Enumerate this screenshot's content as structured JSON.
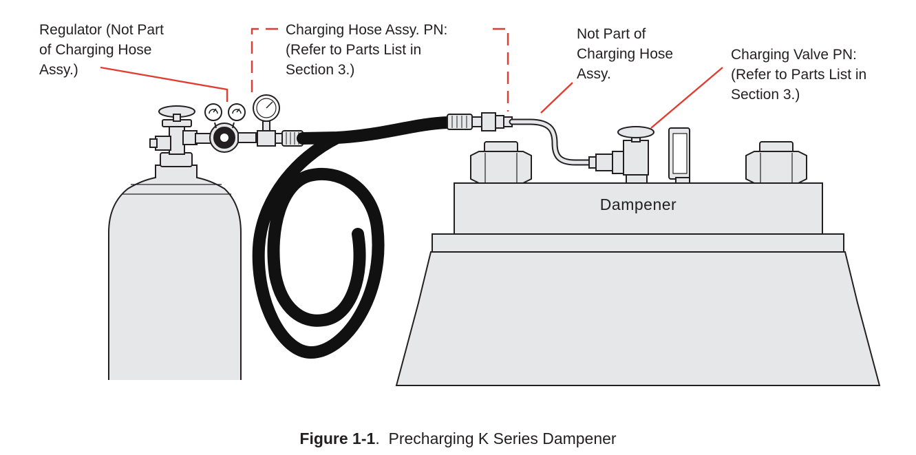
{
  "callouts": {
    "regulator": [
      "Regulator (Not Part",
      "of Charging Hose",
      "Assy.)"
    ],
    "charging_hose": [
      "Charging Hose Assy. PN:",
      "(Refer to Parts List in",
      "Section 3.)"
    ],
    "not_part": [
      "Not Part of",
      "Charging Hose",
      "Assy."
    ],
    "charging_valve": [
      "Charging Valve PN:",
      "(Refer to Parts List in",
      "Section 3.)"
    ]
  },
  "dampener_label": "Dampener",
  "caption": {
    "number": "Figure 1-1",
    "separator": ".  ",
    "title": "Precharging K Series Dampener"
  },
  "colors": {
    "leader": "#e03c31",
    "body_fill": "#e6e7e8",
    "outline": "#231f20",
    "hose": "#111111"
  }
}
